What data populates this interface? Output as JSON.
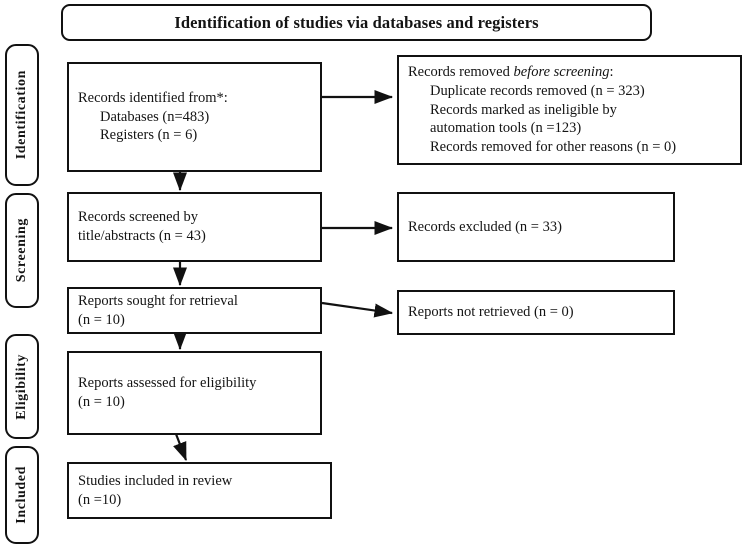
{
  "diagram": {
    "type": "prisma-flow-diagram",
    "banner": "Identification of studies via databases and registers",
    "stages": [
      {
        "key": "identification",
        "label": "Identification"
      },
      {
        "key": "screening",
        "label": "Screening"
      },
      {
        "key": "eligibility",
        "label": "Eligibility"
      },
      {
        "key": "included",
        "label": "Included"
      }
    ],
    "boxes": {
      "records_identified": {
        "lines": [
          "Records identified from*:",
          "Databases (n=483)",
          "Registers (n = 6)"
        ]
      },
      "records_removed": {
        "lines": [
          "Records removed before screening:",
          "Duplicate records removed (n = 323)",
          "Records marked as ineligible by",
          "automation tools (n =123)",
          "Records removed for other reasons (n = 0)"
        ],
        "emphasis": "before screening"
      },
      "records_screened": {
        "lines": [
          "Records screened by",
          "title/abstracts (n = 43)"
        ]
      },
      "records_excluded": {
        "lines": [
          "Records excluded (n = 33)"
        ]
      },
      "reports_sought": {
        "lines": [
          "Reports sought for retrieval",
          "(n = 10)"
        ]
      },
      "reports_not_retrieved": {
        "lines": [
          "Reports not retrieved (n = 0)"
        ]
      },
      "reports_assessed": {
        "lines": [
          "Reports assessed for eligibility",
          "(n = 10)"
        ]
      },
      "studies_included": {
        "lines": [
          "Studies included in review",
          "(n =10)"
        ]
      }
    },
    "counts": {
      "databases": 483,
      "registers": 6,
      "duplicates_removed": 323,
      "ineligible_automation": 123,
      "removed_other_reasons": 0,
      "records_screened": 43,
      "records_excluded": 33,
      "reports_sought": 10,
      "reports_not_retrieved": 0,
      "reports_assessed": 10,
      "studies_included": 10
    },
    "colors": {
      "stroke": "#111111",
      "background": "#ffffff",
      "text": "#141414"
    }
  }
}
